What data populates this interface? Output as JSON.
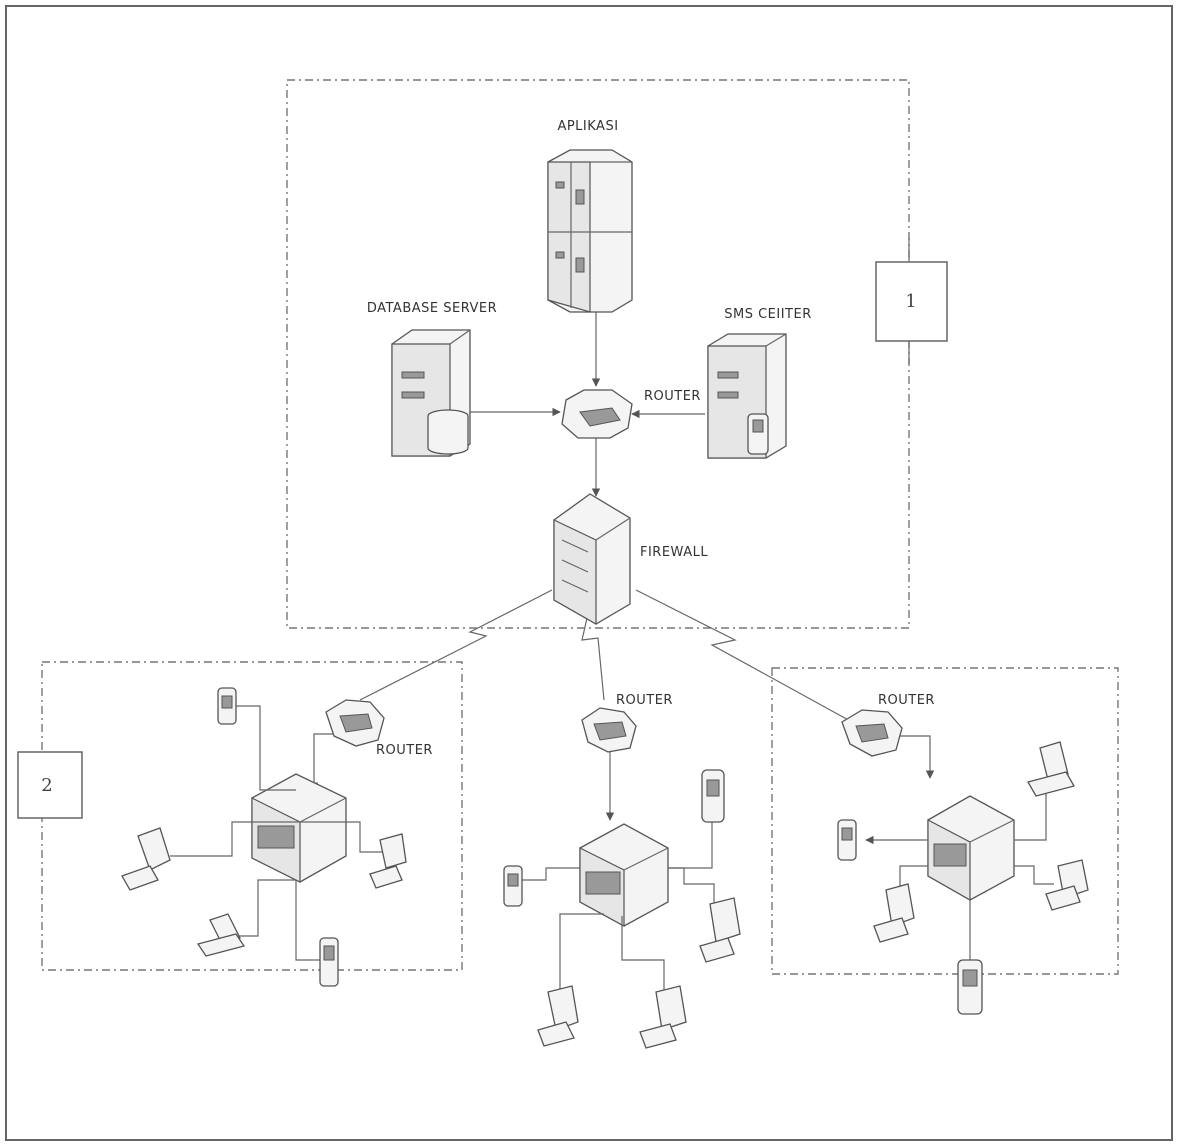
{
  "labels": {
    "aplikasi": "APLIKASI",
    "database_server": "DATABASE SERVER",
    "sms_center": "SMS CEIITER",
    "router_central": "ROUTER",
    "firewall": "FIREWALL",
    "router_left": "ROUTER",
    "router_middle": "ROUTER",
    "router_right": "ROUTER",
    "box_1": "1",
    "box_2": "2"
  },
  "colors": {
    "line": "#666666",
    "device_fill": "#f4f4f4",
    "border": "#777777"
  }
}
